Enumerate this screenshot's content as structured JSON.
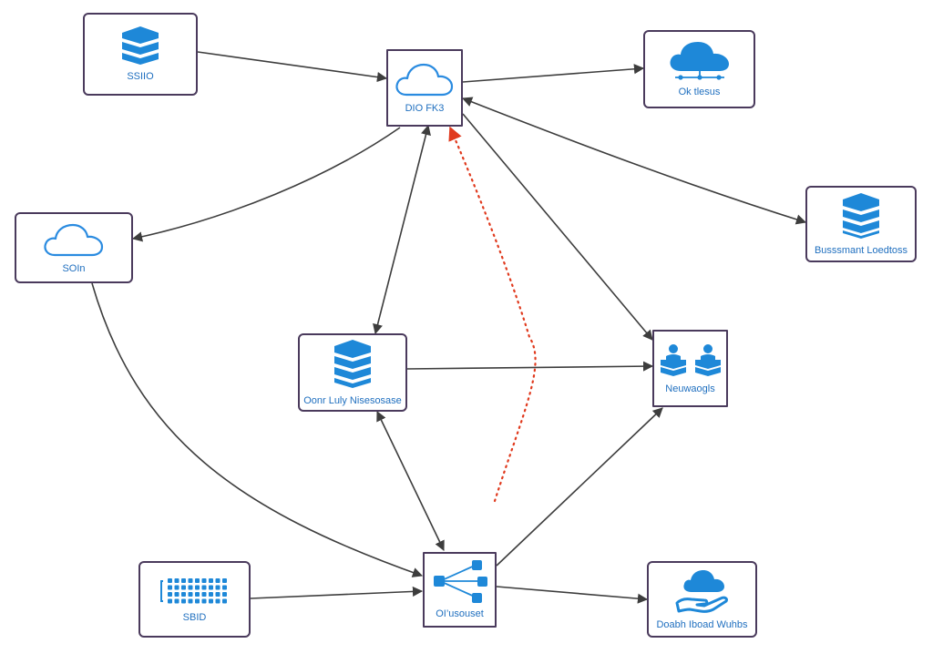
{
  "colors": {
    "border": "#4a3a5c",
    "edge": "#3d3d3d",
    "icon_fill": "#1e88d8",
    "icon_outline": "#2a8be0",
    "label": "#1f6fbf",
    "dashed_edge": "#e03a1e"
  },
  "nodes": [
    {
      "id": "top-left-database",
      "label": "SSIIO",
      "icon": "database-stack-icon"
    },
    {
      "id": "top-center-cloud",
      "label": "DIO FK3",
      "icon": "cloud-outline-icon"
    },
    {
      "id": "top-right-cloud",
      "label": "Ok tlesus",
      "icon": "cloud-network-icon"
    },
    {
      "id": "right-database",
      "label": "Busssmant Loedtoss",
      "icon": "database-stack-icon"
    },
    {
      "id": "left-cloud",
      "label": "SOIn",
      "icon": "cloud-outline-icon"
    },
    {
      "id": "center-database",
      "label": "Oonr Luly Nisesosase",
      "icon": "database-stack-icon"
    },
    {
      "id": "right-people",
      "label": "Neuwaogls",
      "icon": "users-icon"
    },
    {
      "id": "bottom-left-grid",
      "label": "SBID",
      "icon": "server-grid-icon"
    },
    {
      "id": "bottom-center-share",
      "label": "OI’usouset",
      "icon": "share-network-icon"
    },
    {
      "id": "bottom-right-hand-cloud",
      "label": "Doabh Iboad Wuhbs",
      "icon": "hand-cloud-icon"
    }
  ],
  "edges": [
    {
      "from": "top-left-database",
      "to": "top-center-cloud",
      "style": "solid",
      "arrow": "end"
    },
    {
      "from": "top-center-cloud",
      "to": "top-right-cloud",
      "style": "solid",
      "arrow": "end"
    },
    {
      "from": "right-database",
      "to": "top-center-cloud",
      "style": "solid",
      "arrow": "both"
    },
    {
      "from": "top-center-cloud",
      "to": "left-cloud",
      "style": "solid",
      "arrow": "end"
    },
    {
      "from": "top-center-cloud",
      "to": "center-database",
      "style": "solid",
      "arrow": "both"
    },
    {
      "from": "top-center-cloud",
      "to": "right-people",
      "style": "solid",
      "arrow": "end"
    },
    {
      "from": "top-center-cloud",
      "to": "bottom-center-share",
      "style": "dotted",
      "arrow": "start"
    },
    {
      "from": "center-database",
      "to": "right-people",
      "style": "solid",
      "arrow": "end"
    },
    {
      "from": "center-database",
      "to": "bottom-center-share",
      "style": "solid",
      "arrow": "both"
    },
    {
      "from": "left-cloud",
      "to": "bottom-center-share",
      "style": "solid",
      "arrow": "end"
    },
    {
      "from": "bottom-left-grid",
      "to": "bottom-center-share",
      "style": "solid",
      "arrow": "end"
    },
    {
      "from": "bottom-center-share",
      "to": "right-people",
      "style": "solid",
      "arrow": "end"
    },
    {
      "from": "bottom-center-share",
      "to": "bottom-right-hand-cloud",
      "style": "solid",
      "arrow": "end"
    }
  ]
}
